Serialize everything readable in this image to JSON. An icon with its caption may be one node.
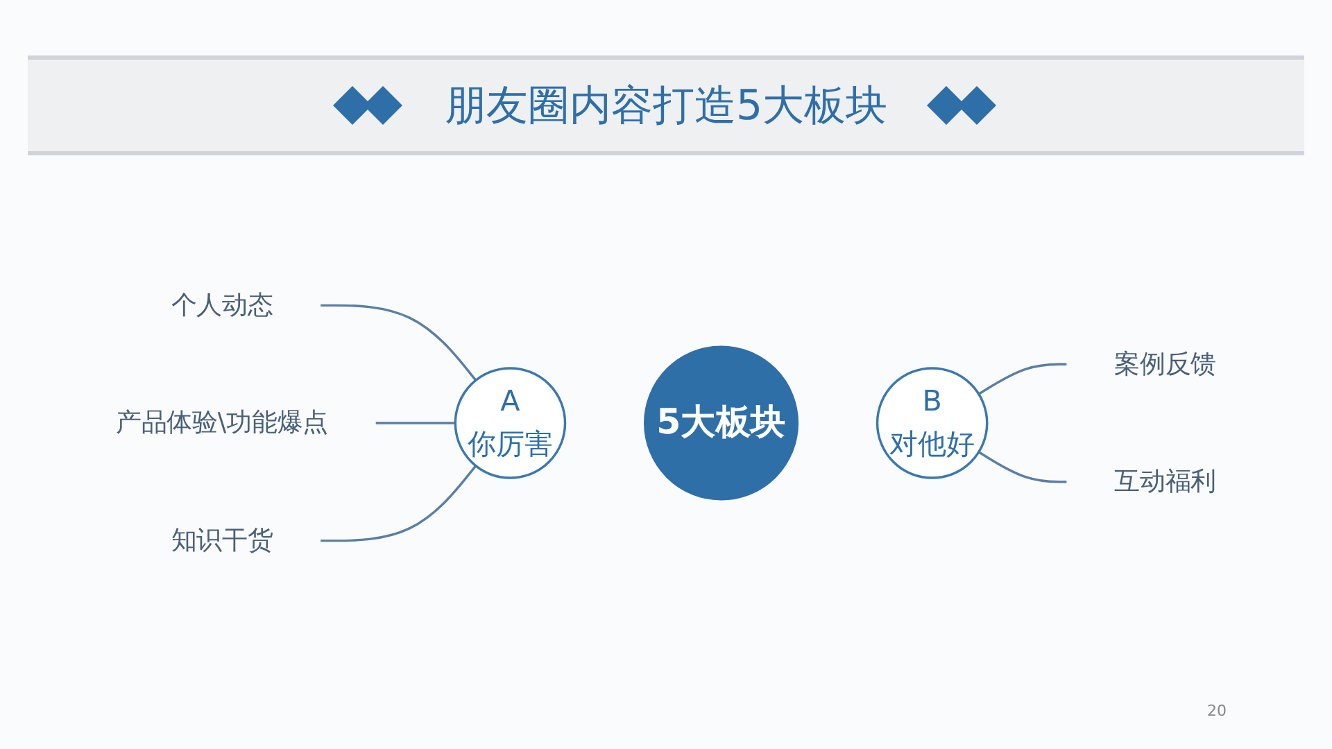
{
  "diagram": {
    "title": "朋友圈内容打造5大板块",
    "nodes": [
      {
        "text": [
          "个人动态"
        ]
      },
      {
        "text": [
          "产品体验\\功能爆点"
        ]
      },
      {
        "text": [
          "知识干货"
        ]
      },
      {
        "text": [
          "A",
          "你厉害"
        ]
      },
      {
        "text": [
          "5大板块"
        ]
      },
      {
        "text": [
          "B",
          "对他好"
        ]
      },
      {
        "text": [
          "案例反馈"
        ]
      },
      {
        "text": [
          "互动福利"
        ]
      }
    ],
    "edges": [
      {
        "from": 0,
        "to": 3,
        "arrow": "none"
      },
      {
        "from": 1,
        "to": 3,
        "arrow": "none"
      },
      {
        "from": 2,
        "to": 3,
        "arrow": "none"
      },
      {
        "from": 5,
        "to": 6,
        "arrow": "none"
      },
      {
        "from": 5,
        "to": 7,
        "arrow": "none"
      }
    ],
    "labels": [
      "20"
    ]
  }
}
